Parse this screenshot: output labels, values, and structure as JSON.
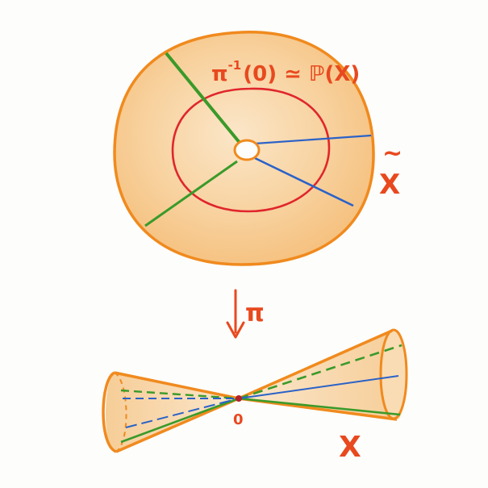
{
  "diagram": {
    "top_label": {
      "base": "π",
      "superscript": "-1",
      "rest": "(0) ≃ ℙ(X)"
    },
    "x_tilde_label": {
      "tilde": "~",
      "letter": "X"
    },
    "map_label": "π",
    "origin_label": "0",
    "x_label": "X"
  },
  "colors": {
    "orange_fill": "#f6c78a",
    "orange_outline": "#f08a1e",
    "red": "#e0262c",
    "green": "#3a9a2a",
    "blue": "#2b62c8",
    "label_red": "#e8491f"
  }
}
